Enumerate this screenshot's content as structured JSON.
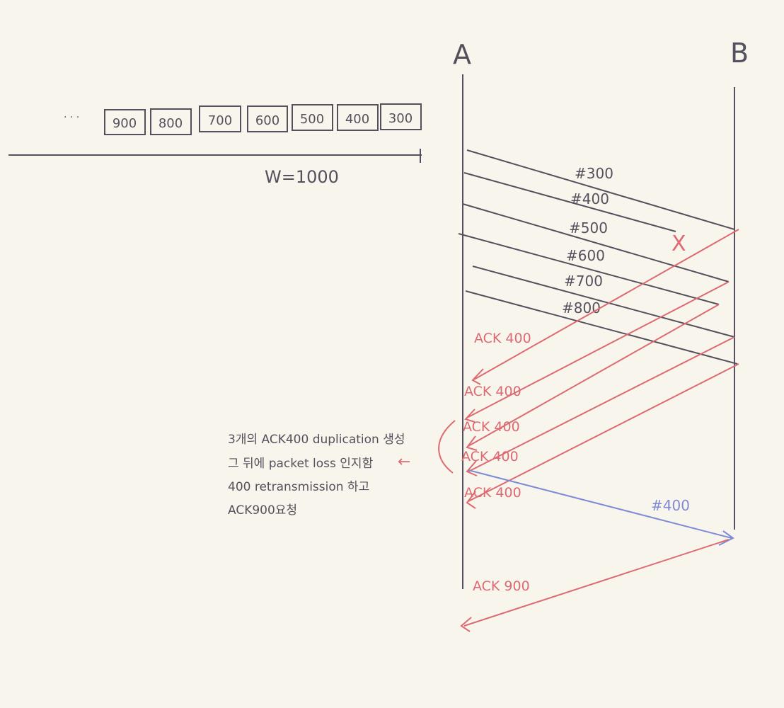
{
  "hosts": {
    "a": "A",
    "b": "B"
  },
  "window": {
    "ellipsis": "· · ·",
    "packets": [
      "900",
      "800",
      "700",
      "600",
      "500",
      "400",
      "300"
    ],
    "label": "W=1000"
  },
  "segments": [
    {
      "label": "#300"
    },
    {
      "label": "#400",
      "lost": true
    },
    {
      "label": "#500"
    },
    {
      "label": "#600"
    },
    {
      "label": "#700"
    },
    {
      "label": "#800"
    }
  ],
  "loss_mark": "X",
  "acks": [
    "ACK 400",
    "ACK 400",
    "ACK 400",
    "ACK 400",
    "ACK 400"
  ],
  "retransmission": "#400",
  "final_ack": "ACK 900",
  "note": {
    "lines": [
      "3개의 ACK400 duplication 생성",
      "그 뒤에 packet loss 인지함",
      "400 retransmission 하고",
      "ACK900요청"
    ],
    "arrow": "←"
  },
  "colors": {
    "ink": "#55505e",
    "ack": "#dd6a72",
    "retransmit": "#7f8ad6",
    "background": "#f8f6ec"
  }
}
